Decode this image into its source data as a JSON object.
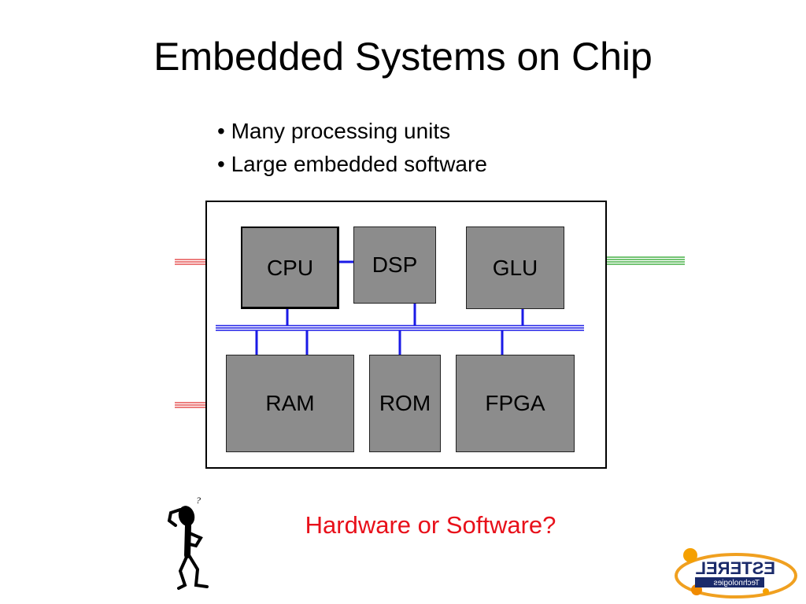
{
  "title": "Embedded Systems on Chip",
  "bullets": [
    "• Many processing units",
    "• Large embedded software"
  ],
  "components": {
    "cpu": "CPU",
    "dsp": "DSP",
    "glu": "GLU",
    "ram": "RAM",
    "rom": "ROM",
    "fpga": "FPGA"
  },
  "question": "Hardware or Software?",
  "person_mark": "?",
  "logo": {
    "line1": "ESTEREL",
    "line2": "Technologies",
    "mirrored": true
  },
  "colors": {
    "bus": "#1a1ae6",
    "red_wire": "#e03030",
    "green_wire": "#20a020",
    "question": "#e8101a",
    "box": "#8c8c8c"
  }
}
